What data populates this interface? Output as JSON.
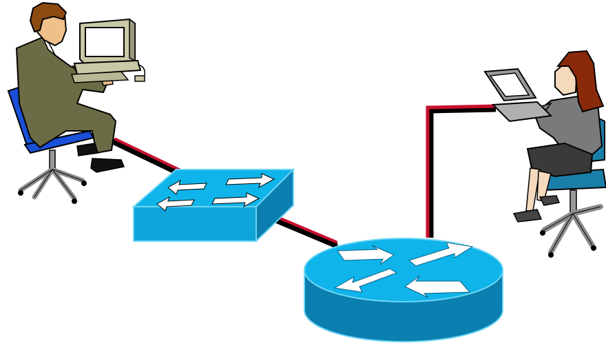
{
  "diagram": {
    "nodes": [
      {
        "id": "user-desktop",
        "kind": "person-at-desktop-computer"
      },
      {
        "id": "switch",
        "kind": "network-switch-icon"
      },
      {
        "id": "router",
        "kind": "network-router-icon"
      },
      {
        "id": "user-laptop",
        "kind": "person-at-laptop"
      }
    ],
    "links": [
      {
        "from": "user-desktop",
        "to": "switch"
      },
      {
        "from": "switch",
        "to": "router"
      },
      {
        "from": "router",
        "to": "user-laptop"
      }
    ],
    "colors": {
      "cable_black": "#000000",
      "cable_red": "#c8102e",
      "device_top": "#0fb4ea",
      "device_side": "#0a7fb0",
      "device_dark": "#06607f",
      "man_suit": "#6b6b45",
      "woman_hair": "#8b2a0a",
      "chair_blue": "#1a4fd8",
      "chair_teal": "#1a7fa8"
    }
  }
}
